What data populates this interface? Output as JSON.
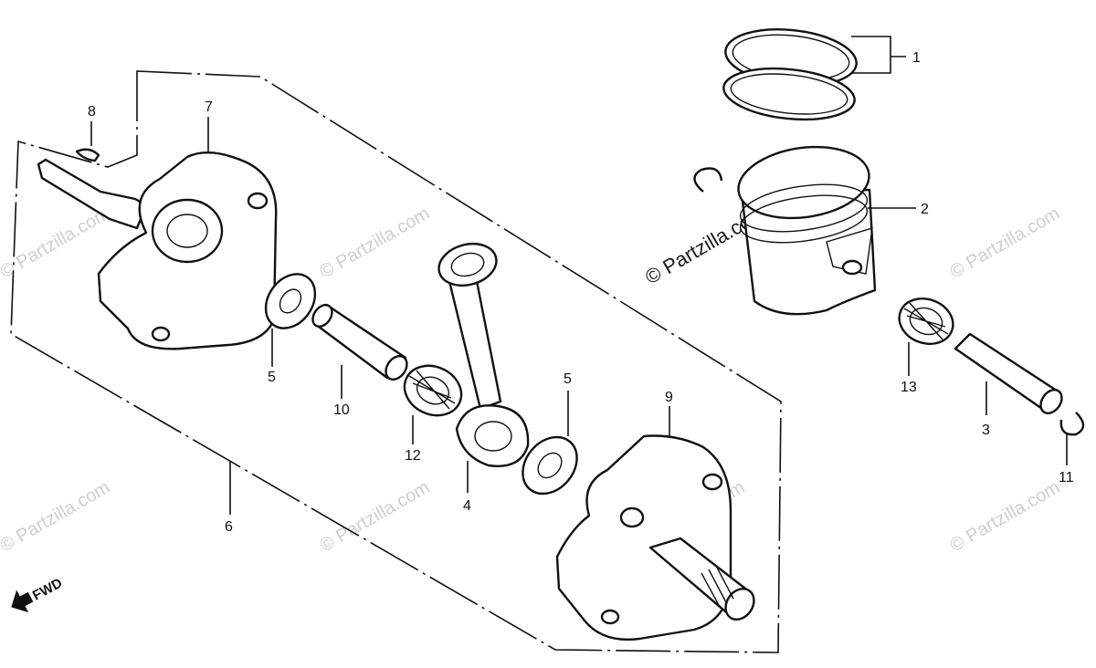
{
  "diagram": {
    "callouts": {
      "c1": "1",
      "c2": "2",
      "c3": "3",
      "c4": "4",
      "c5a": "5",
      "c5b": "5",
      "c6": "6",
      "c7": "7",
      "c8": "8",
      "c9": "9",
      "c10": "10",
      "c11": "11",
      "c12": "12",
      "c13": "13"
    },
    "fwd_label": "FWD",
    "watermark": "© Partzilla.com"
  }
}
